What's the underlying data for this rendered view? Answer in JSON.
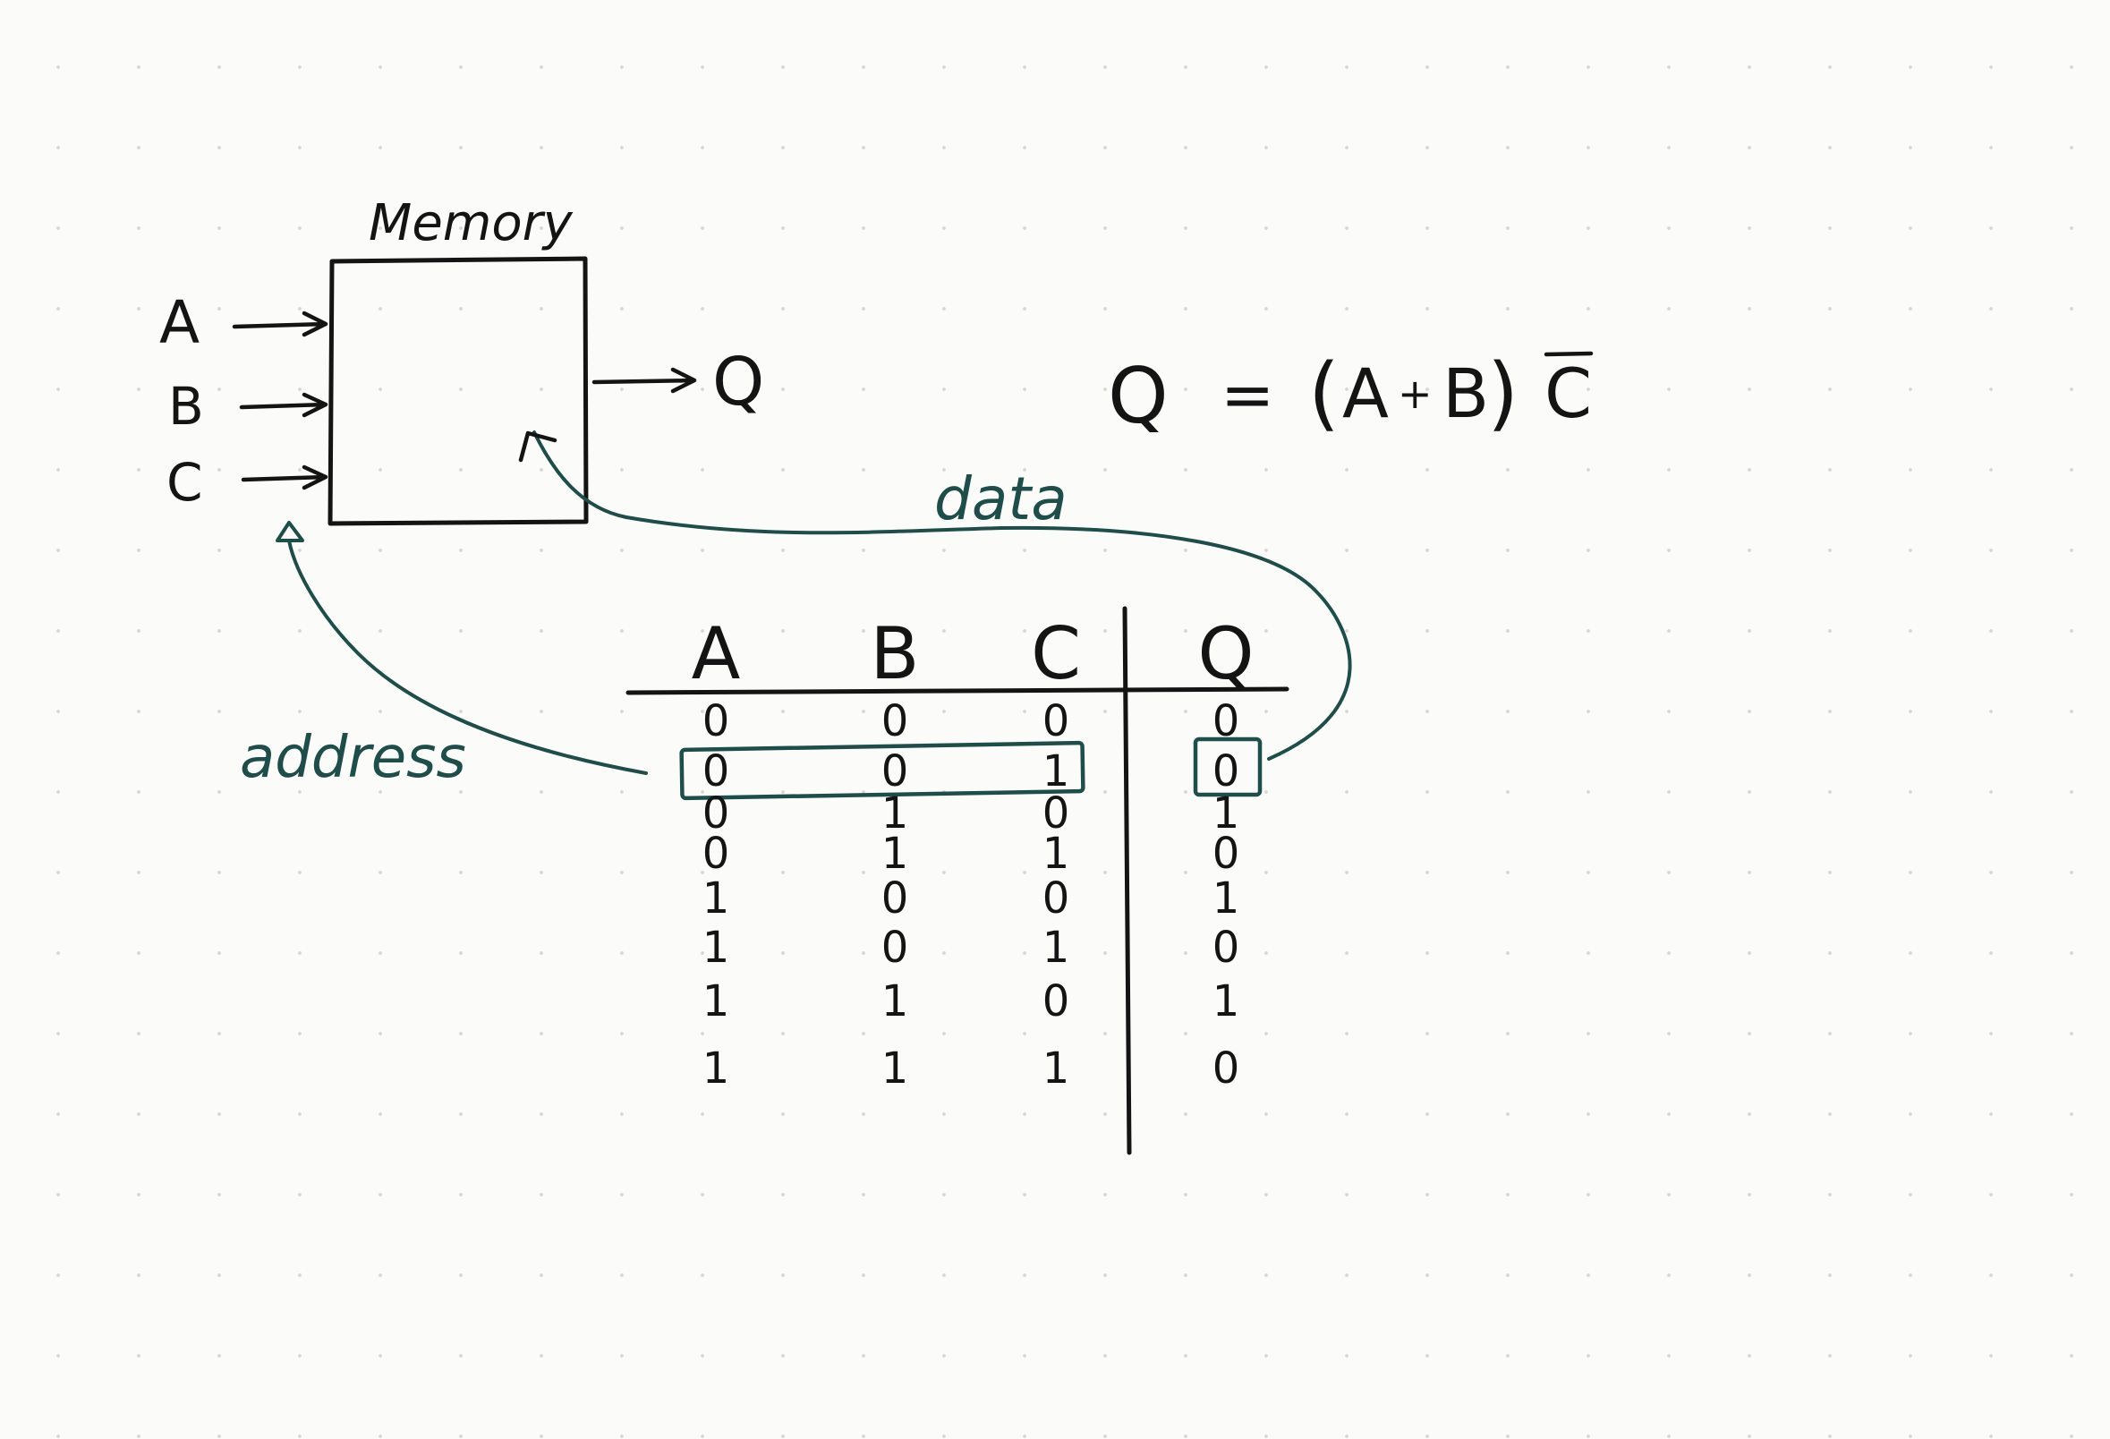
{
  "memory": {
    "title": "Memory",
    "inputs": [
      "A",
      "B",
      "C"
    ],
    "output": "Q"
  },
  "equation": {
    "lhs": "Q",
    "equals": "=",
    "open": "(",
    "a": "A",
    "plus": "+",
    "b": "B",
    "close": ")",
    "c": "C",
    "c_negated": true
  },
  "labels": {
    "data": "data",
    "address": "address"
  },
  "truth_table": {
    "headers": [
      "A",
      "B",
      "C",
      "Q"
    ],
    "rows": [
      [
        "0",
        "0",
        "0",
        "0"
      ],
      [
        "0",
        "0",
        "1",
        "0"
      ],
      [
        "0",
        "1",
        "0",
        "1"
      ],
      [
        "0",
        "1",
        "1",
        "0"
      ],
      [
        "1",
        "0",
        "0",
        "1"
      ],
      [
        "1",
        "0",
        "1",
        "0"
      ],
      [
        "1",
        "1",
        "0",
        "1"
      ],
      [
        "1",
        "1",
        "1",
        "0"
      ]
    ],
    "highlighted_row": 1
  },
  "colors": {
    "ink": "#141414",
    "teal": "#1d4e4a",
    "paper": "#fbfbf9"
  }
}
